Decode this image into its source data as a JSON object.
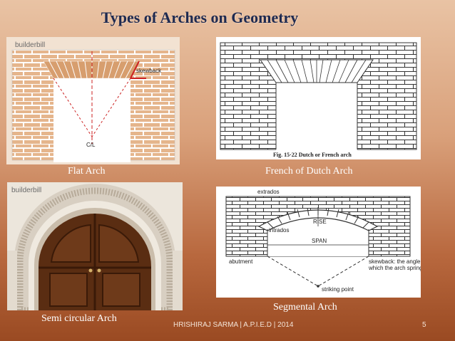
{
  "slide": {
    "title": "Types of Arches on Geometry",
    "footer_text": "HRISHIRAJ SARMA | A.P.I.E.D | 2014",
    "page_number": "5"
  },
  "panels": {
    "flat_arch": {
      "caption": "Flat Arch",
      "watermark": "builderbill",
      "labels": {
        "skewback": "skewback",
        "cl": "C/L"
      }
    },
    "french_arch": {
      "caption": "French of Dutch Arch",
      "figure_caption": "Fig. 15·22  Dutch or French arch"
    },
    "semicircular_arch": {
      "caption": "Semi circular Arch",
      "watermark": "builderbill"
    },
    "segmental_arch": {
      "caption": "Segmental Arch",
      "labels": {
        "extrados": "extrados",
        "rise": "RISE",
        "intrados": "intrados",
        "span": "SPAN",
        "abutment": "abutment",
        "skewback_note_1": "skewback: the angle from",
        "skewback_note_2": "which the arch springs",
        "striking_point": "striking point"
      }
    }
  },
  "colors": {
    "title": "#1f2a50",
    "brick": "#e5b58c",
    "mortar": "#ffffff",
    "skewback_line": "#cc2222"
  }
}
